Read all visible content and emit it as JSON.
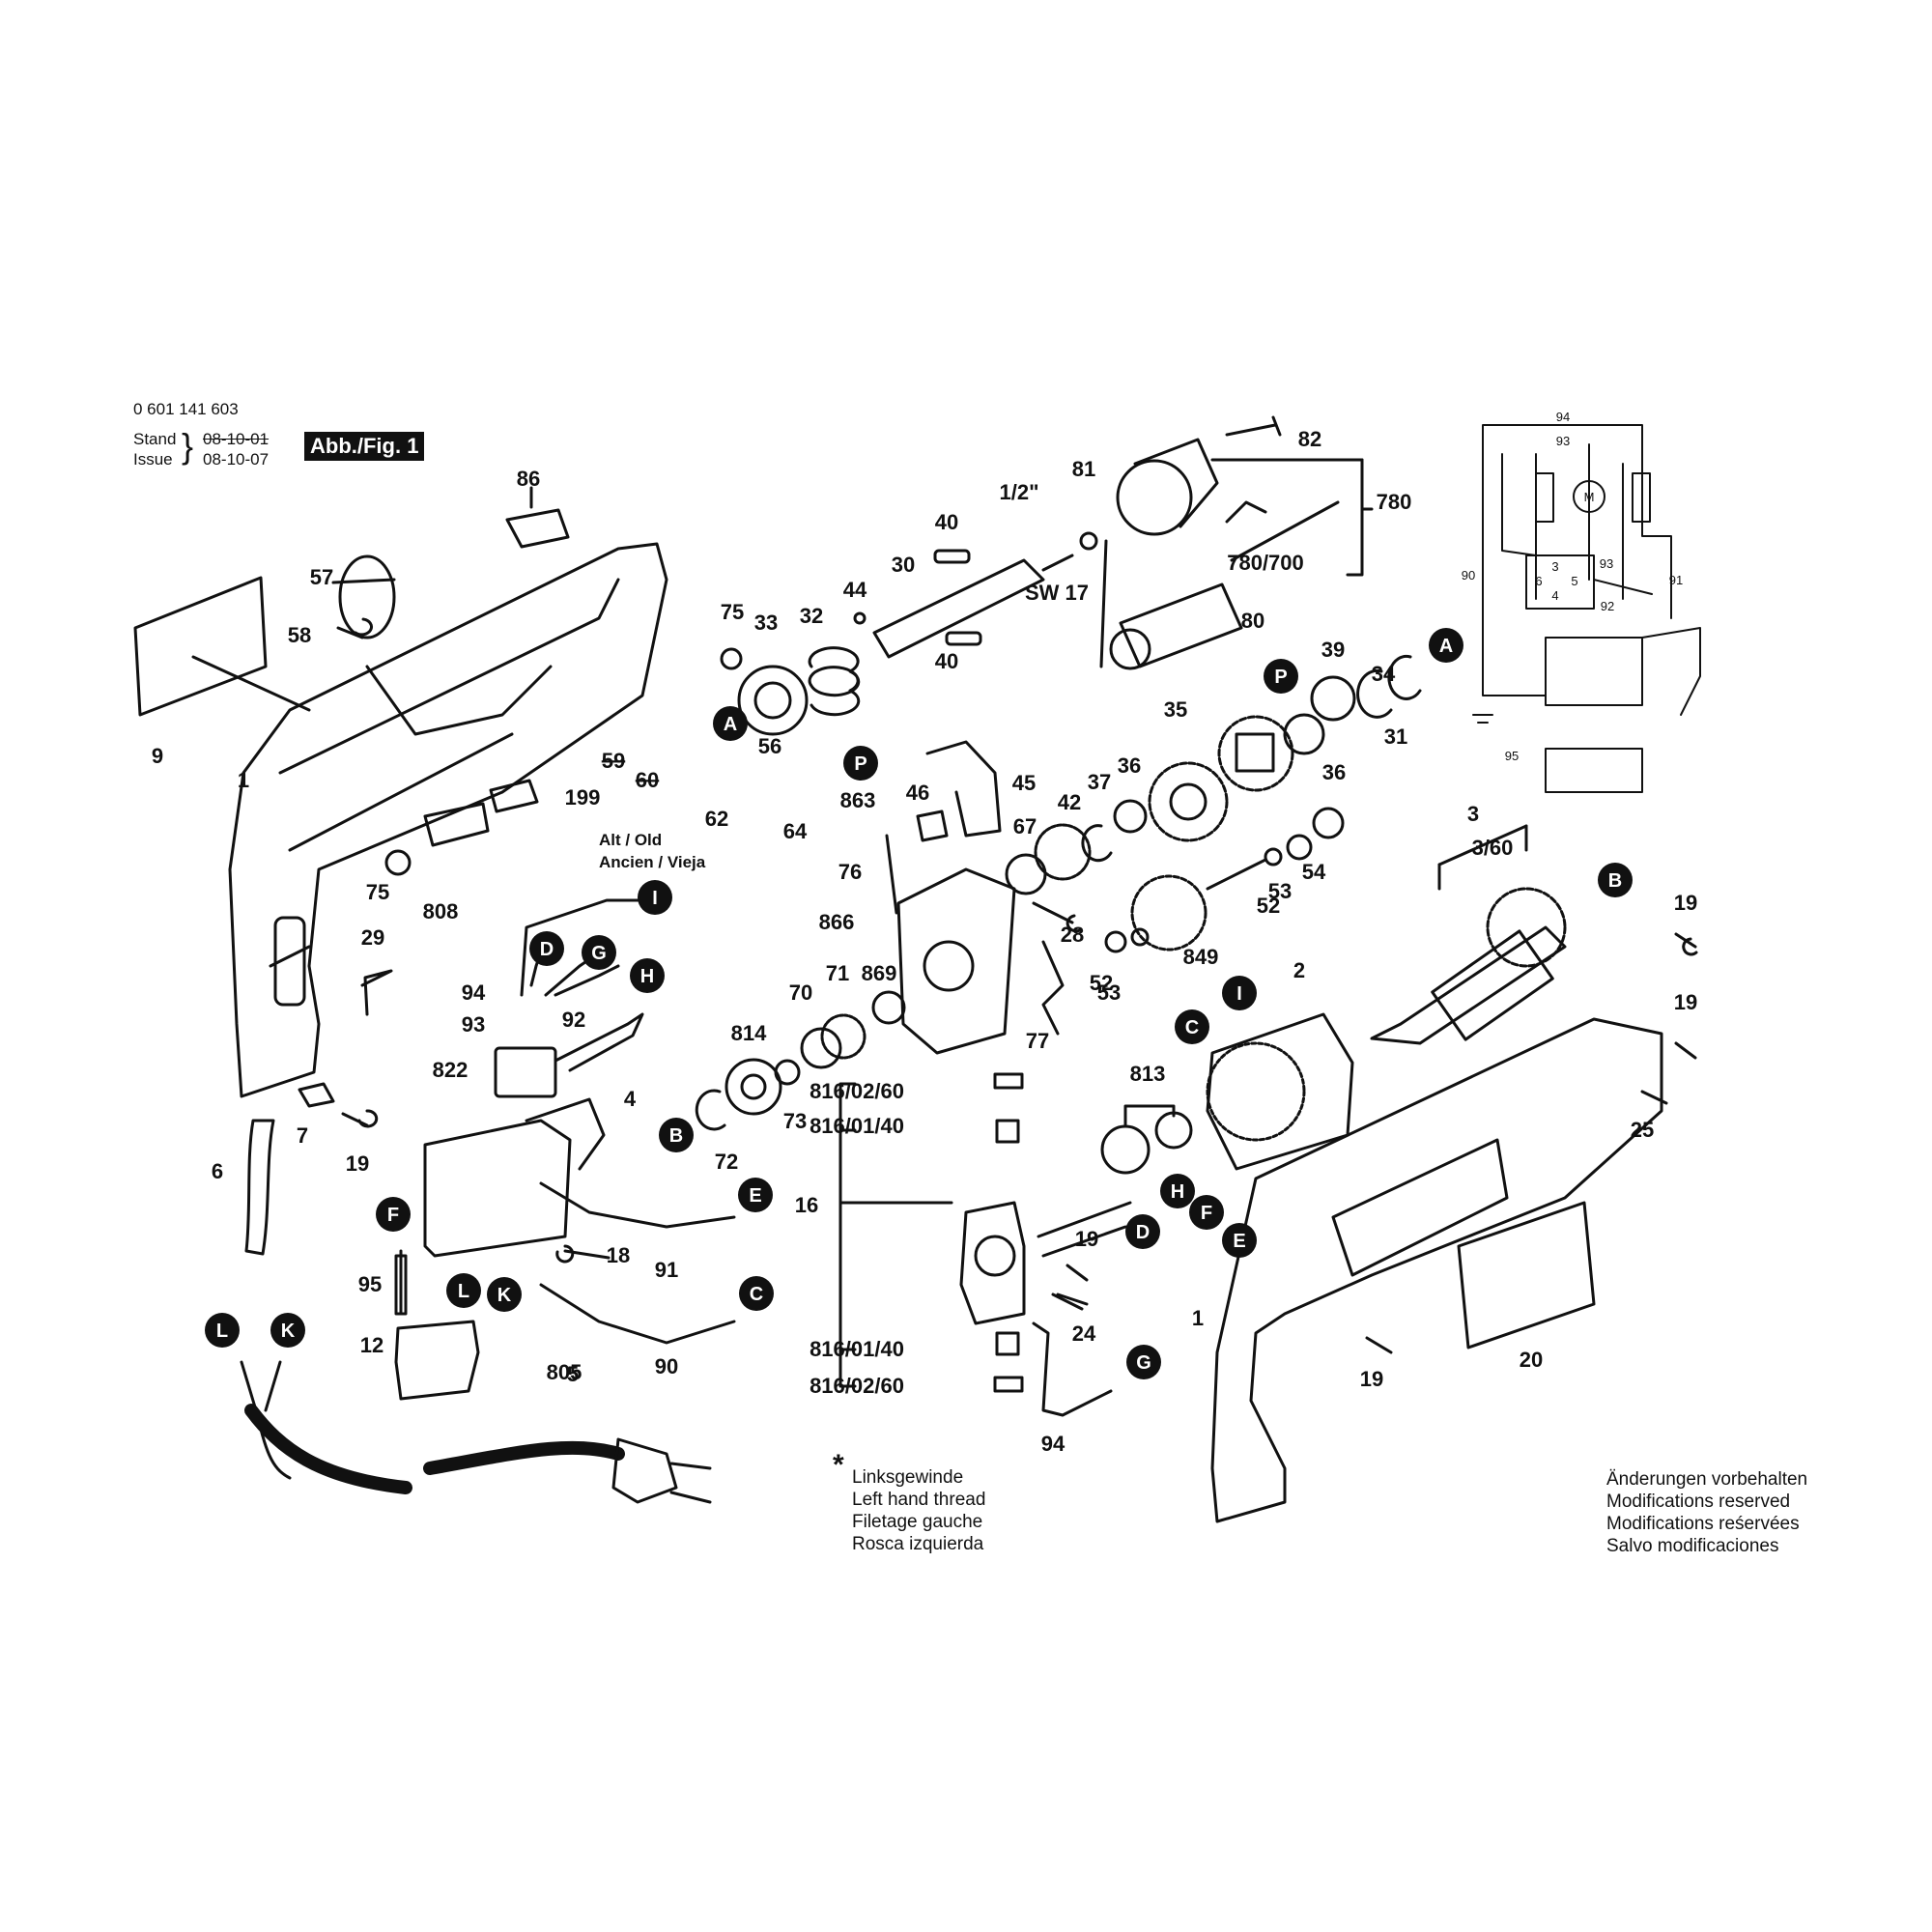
{
  "header": {
    "part_number": "0 601 141 603",
    "stand_label": "Stand",
    "stand_date": "08-10-01",
    "issue_label": "Issue",
    "issue_date": "08-10-07",
    "figure": "Abb./Fig. 1"
  },
  "old_parts_label": [
    "Alt / Old",
    "Ancien / Vieja"
  ],
  "part_labels": [
    "1",
    "1",
    "2",
    "3",
    "3/60",
    "4",
    "5",
    "6",
    "7",
    "9",
    "12",
    "16",
    "18",
    "19",
    "19",
    "19",
    "19",
    "19",
    "20",
    "24",
    "25",
    "28",
    "29",
    "30",
    "31",
    "32",
    "33",
    "34",
    "35",
    "36",
    "36",
    "37",
    "39",
    "40",
    "40",
    "42",
    "44",
    "45",
    "46",
    "52",
    "52",
    "53",
    "53",
    "54",
    "56",
    "57",
    "58",
    "59",
    "60",
    "62",
    "64",
    "67",
    "70",
    "71",
    "72",
    "73",
    "75",
    "75",
    "76",
    "77",
    "80",
    "81",
    "82",
    "86",
    "90",
    "91",
    "92",
    "93",
    "94",
    "94",
    "95",
    "199",
    "780",
    "780/700",
    "805",
    "808",
    "813",
    "814",
    "816/02/60",
    "816/01/40",
    "816/01/40",
    "816/02/60",
    "822",
    "849",
    "863",
    "866",
    "869",
    "1/2\"",
    "SW 17"
  ],
  "connector_letters": [
    "A",
    "A",
    "B",
    "B",
    "C",
    "C",
    "D",
    "D",
    "E",
    "E",
    "F",
    "F",
    "G",
    "G",
    "H",
    "H",
    "I",
    "I",
    "K",
    "L",
    "L",
    "K",
    "P",
    "P"
  ],
  "schematic_labels": [
    "94",
    "93",
    "M",
    "90",
    "91",
    "3",
    "6",
    "5",
    "4",
    "93",
    "92",
    "95"
  ],
  "notes": {
    "left_hand_thread_marker": "*",
    "left_hand_thread": [
      "Linksgewinde",
      "Left hand thread",
      "Filetage gauche",
      "Rosca izquierda"
    ],
    "modifications": [
      "Änderungen vorbehalten",
      "Modifications reserved",
      "Modifications reśervées",
      "Salvo modificaciones"
    ]
  },
  "colors": {
    "ink": "#111111",
    "paper": "#ffffff"
  }
}
